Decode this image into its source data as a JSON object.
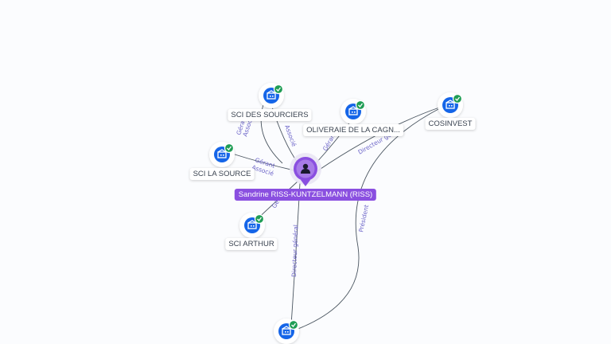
{
  "person": {
    "label": "Sandrine RISS-KUNTZELMANN (RISS)",
    "icon": "person-icon",
    "color": "#8a4fe0"
  },
  "companies": [
    {
      "id": "sci-des-sourciers",
      "label": "SCI DES SOURCIERS"
    },
    {
      "id": "oliveraie",
      "label": "OLIVERAIE DE LA CAGN..."
    },
    {
      "id": "cosinvest",
      "label": "COSINVEST"
    },
    {
      "id": "sci-la-source",
      "label": "SCI LA SOURCE"
    },
    {
      "id": "sci-arthur",
      "label": "SCI ARTHUR"
    },
    {
      "id": "bottom-company",
      "label": ""
    }
  ],
  "edge_labels": {
    "sourciers_left": "Gérant",
    "sourciers_left2": "Associé",
    "sourciers_right": "Associé",
    "oliveraie": "Gérant",
    "cosinvest": "Directeur gé",
    "la_source_1": "Gérant",
    "la_source_2": "Associé",
    "arthur": "Gér",
    "bottom": "Directeur général",
    "cosinvest_bottom": "Président"
  },
  "colors": {
    "company_icon": "#1565e8",
    "check": "#1f9d55",
    "person_accent": "#8a4fe0",
    "edge": "#4a5560",
    "edge_label": "#6b63c8"
  },
  "icon_names": {
    "company": "building-icon",
    "verified": "check-badge-icon"
  }
}
